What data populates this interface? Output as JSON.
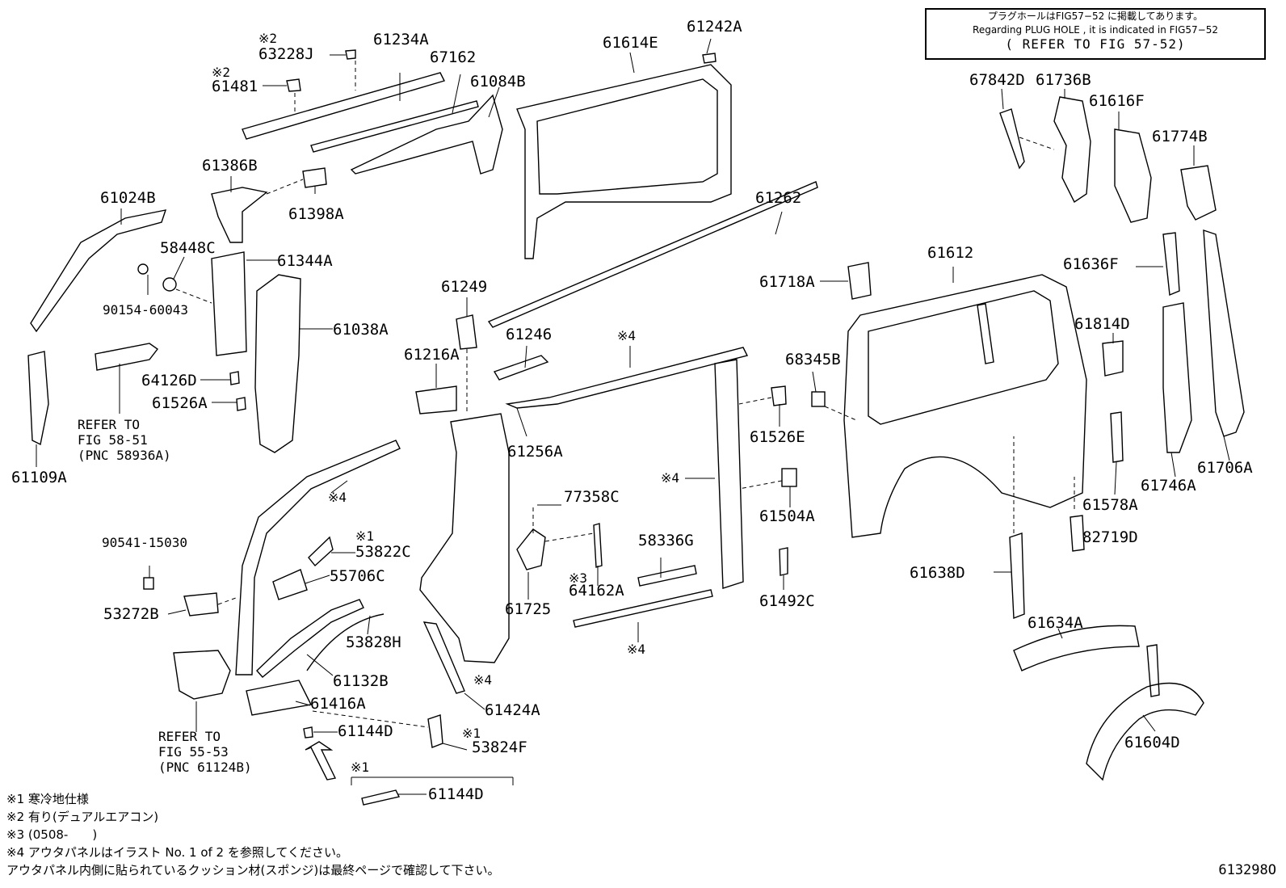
{
  "note": {
    "line1": "プラグホールはFIG57−52 に掲載してあります。",
    "line2": "Regarding PLUG HOLE , it is indicated in FIG57−52",
    "line3": "( REFER TO FIG 57-52)"
  },
  "labels": {
    "p63228J_mark": "※2",
    "p63228J": "63228J",
    "p61234A": "61234A",
    "p61481_mark": "※2",
    "p61481": "61481",
    "p67162": "67162",
    "p61084B": "61084B",
    "p61614E": "61614E",
    "p61242A": "61242A",
    "p61386B": "61386B",
    "p61024B": "61024B",
    "p61398A": "61398A",
    "p58448C": "58448C",
    "p61344A": "61344A",
    "p90154": "90154-60043",
    "p61038A": "61038A",
    "p64126D": "64126D",
    "p61526A": "61526A",
    "p_ref1_a": "REFER TO",
    "p_ref1_b": "FIG 58-51",
    "p_ref1_c": "(PNC 58936A)",
    "p61109A": "61109A",
    "p61262": "61262",
    "p61249": "61249",
    "p61246": "61246",
    "p61216A": "61216A",
    "p61256A": "61256A",
    "p_star4_top": "※4",
    "p61718A": "61718A",
    "p61612": "61612",
    "p68345B": "68345B",
    "p61526E": "61526E",
    "p67842D": "67842D",
    "p61736B": "61736B",
    "p61616F": "61616F",
    "p61774B": "61774B",
    "p61636F": "61636F",
    "p61814D": "61814D",
    "p61746A": "61746A",
    "p61706A": "61706A",
    "p61578A": "61578A",
    "p82719D": "82719D",
    "p_star4_a": "※4",
    "p90541": "90541-15030",
    "p53822C_mark": "※1",
    "p53822C": "53822C",
    "p55706C": "55706C",
    "p53272B": "53272B",
    "p53828H": "53828H",
    "p61132B": "61132B",
    "p61416A": "61416A",
    "p61144D": "61144D",
    "p53824F_mark": "※1",
    "p53824F": "53824F",
    "p_ref2_a": "REFER TO",
    "p_ref2_b": "FIG 55-53",
    "p_ref2_c": "(PNC 61124B)",
    "p61144D_mark": "※1",
    "p61144D_b": "61144D",
    "p77358C": "77358C",
    "p64162A_mark": "※3",
    "p64162A": "64162A",
    "p61725": "61725",
    "p61424A": "61424A",
    "p_star4_b": "※4",
    "p58336G": "58336G",
    "p_star4_c": "※4",
    "p_star4_d": "※4",
    "p61504A": "61504A",
    "p61492C": "61492C",
    "p61638D": "61638D",
    "p61634A": "61634A",
    "p61604D": "61604D"
  },
  "footnotes": {
    "f1": "※1 寒冷地仕様",
    "f2": "※2 有り(デュアルエアコン)",
    "f3": "※3 (0508-　　)",
    "f4": "※4 アウタパネルはイラスト No. 1 of 2 を参照してください。",
    "f5": "アウタパネル内側に貼られているクッション材(スポンジ)は最終ページで確認して下さい。"
  },
  "figure_number": "613298O"
}
